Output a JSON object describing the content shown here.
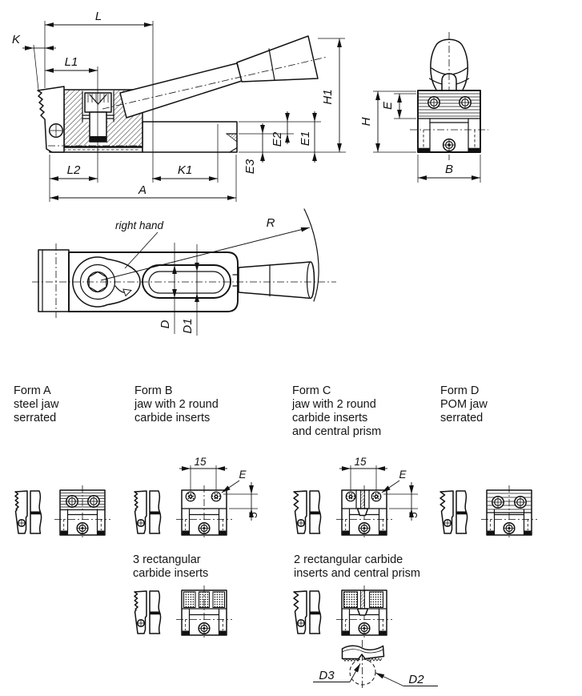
{
  "dims": {
    "L": "L",
    "K": "K",
    "L1": "L1",
    "L2": "L2",
    "K1": "K1",
    "A": "A",
    "E1": "E1",
    "E2": "E2",
    "E3": "E3",
    "H1": "H1",
    "H": "H",
    "E": "E",
    "B": "B",
    "R": "R",
    "D": "D",
    "D1": "D1",
    "D2": "D2",
    "D3": "D3",
    "n15": "15",
    "n5": "5"
  },
  "top_view": {
    "right_hand": "right hand"
  },
  "forms": {
    "a": {
      "line1": "Form A",
      "line2": "steel jaw",
      "line3": "serrated"
    },
    "b": {
      "line1": "Form B",
      "line2": "jaw with 2 round",
      "line3": "carbide inserts"
    },
    "c": {
      "line1": "Form C",
      "line2": "jaw with 2 round",
      "line3": "carbide inserts",
      "line4": "and central prism"
    },
    "d": {
      "line1": "Form D",
      "line2": "POM jaw",
      "line3": "serrated"
    }
  },
  "variants": {
    "b2": {
      "line1": "3 rectangular",
      "line2": "carbide inserts"
    },
    "c2": {
      "line1": "2 rectangular carbide",
      "line2": "inserts and central prism"
    }
  }
}
